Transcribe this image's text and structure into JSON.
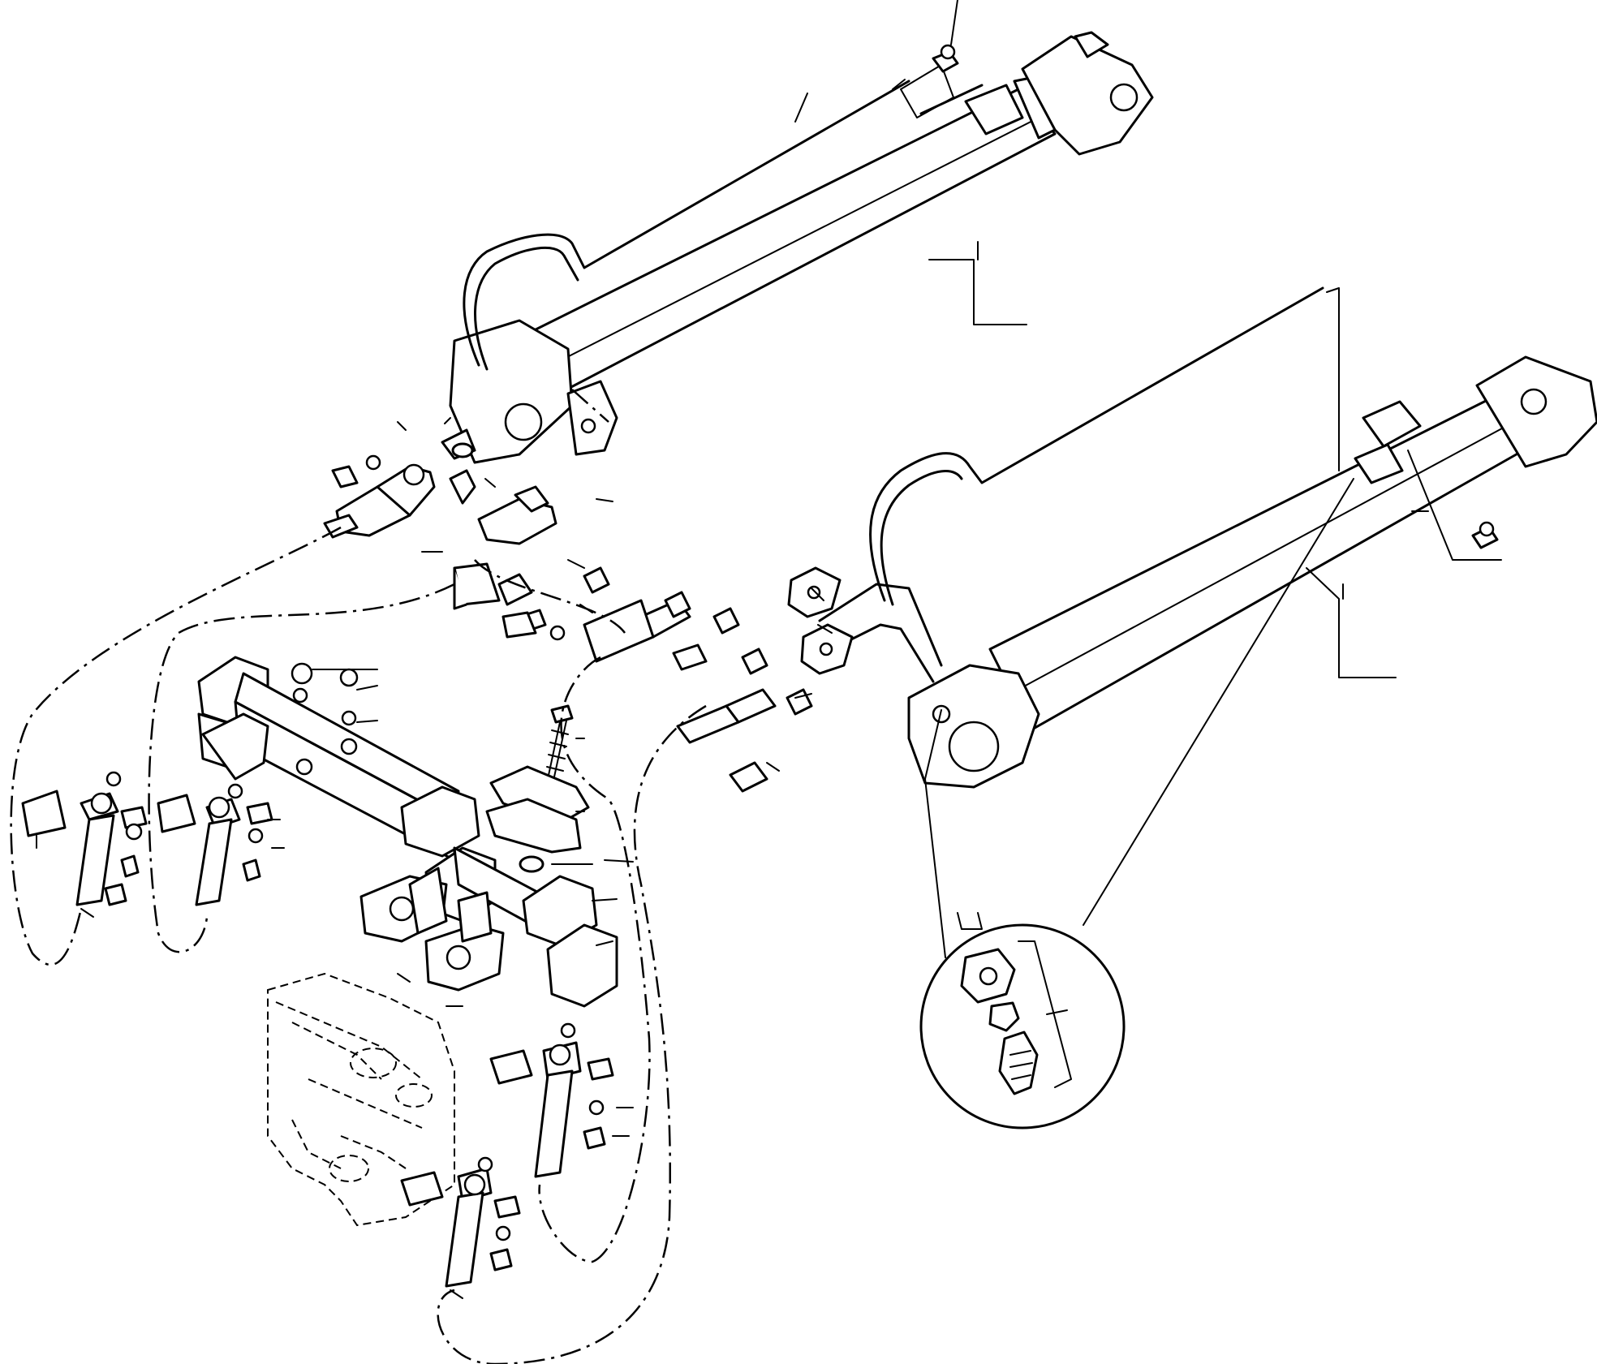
{
  "figure": {
    "description_text": "",
    "parts": [
      "upper-hydraulic-cylinder",
      "lower-hydraulic-cylinder",
      "manifold-block",
      "control-valve",
      "grease-fitting",
      "hose-fitting",
      "flange-clamp",
      "o-ring",
      "cap-screw",
      "lock-washer",
      "detail-circle"
    ],
    "ink_color": "#000000",
    "paper_color": "#ffffff"
  }
}
